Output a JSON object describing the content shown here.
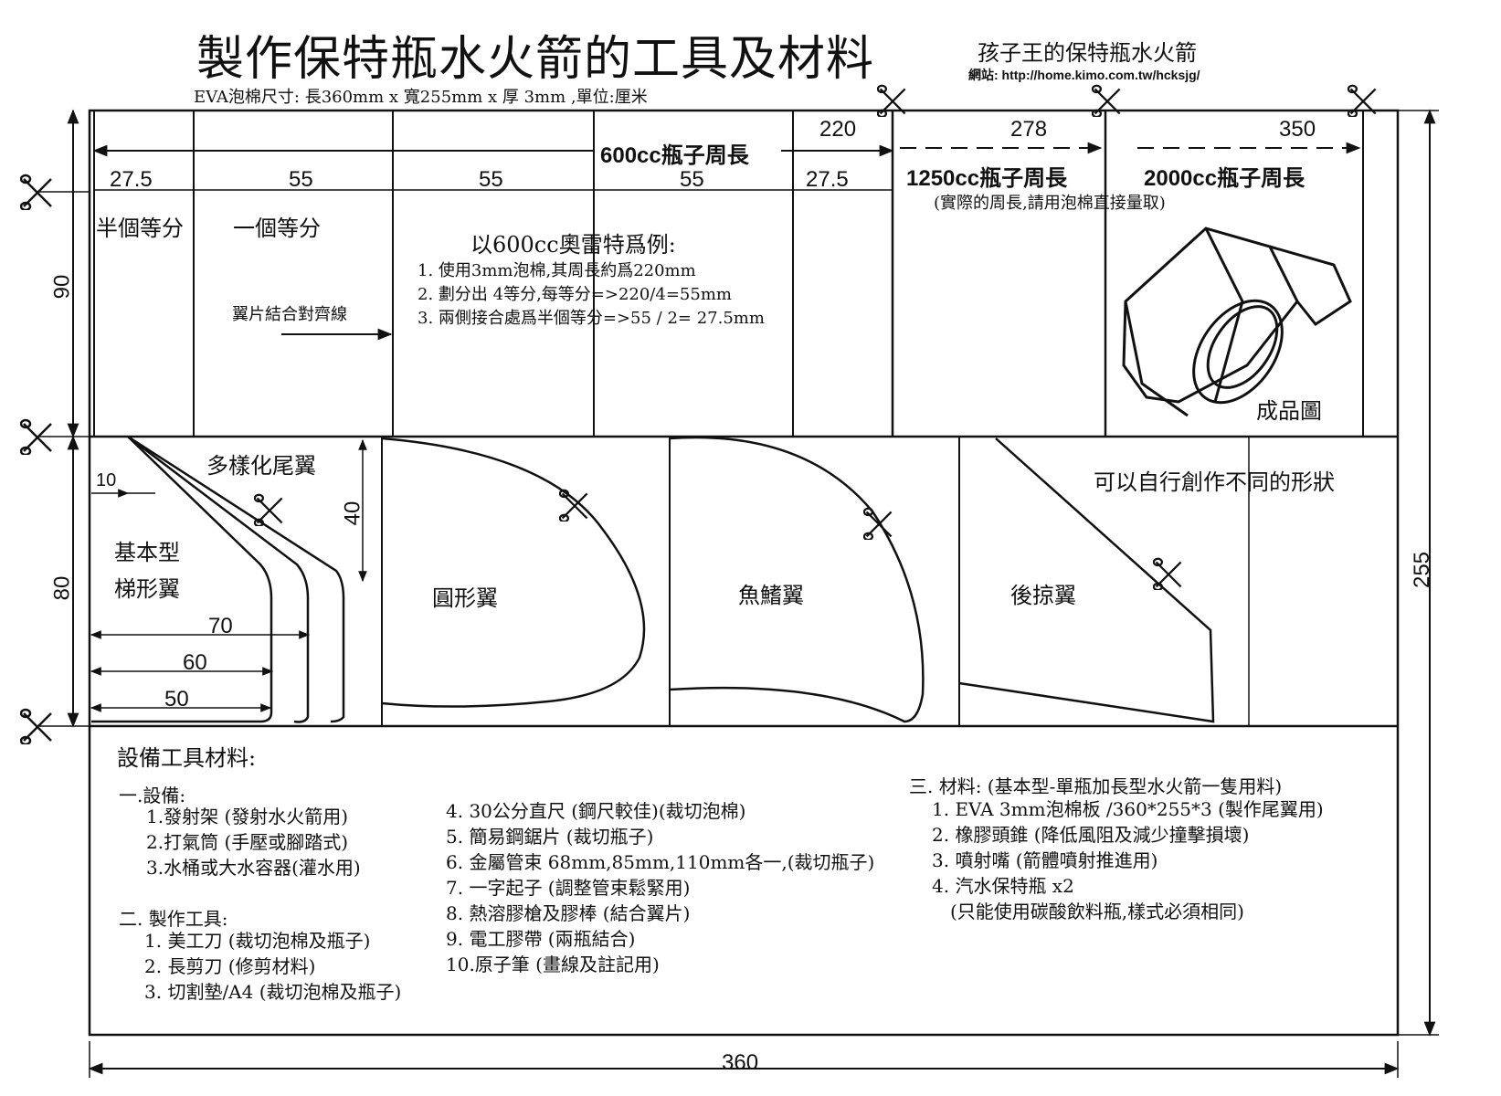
{
  "header": {
    "title": "製作保特瓶水火箭的工具及材料",
    "subtitle": "EVA泡棉尺寸: 長360mm x 寬255mm x 厚 3mm ,單位:厘米",
    "author": "孩子王的保特瓶水火箭",
    "website": "網站: http://home.kimo.com.tw/hcksjg/"
  },
  "top_panel": {
    "dims": {
      "d1": "27.5",
      "d2": "55",
      "d3": "55",
      "d4": "55",
      "d5": "27.5",
      "d220": "220",
      "d278": "278",
      "d350": "350"
    },
    "label_600": "600cc瓶子周長",
    "label_1250": "1250cc瓶子周長",
    "label_2000": "2000cc瓶子周長",
    "note_measure": "(實際的周長,請用泡棉直接量取)",
    "half_part": "半個等分",
    "one_part": "一個等分",
    "align_line": "翼片結合對齊線",
    "example_title": "以600cc奧雷特爲例:",
    "example_lines": [
      "1. 使用3mm泡棉,其周長約爲220mm",
      "2. 劃分出 4等分,每等分=>220/4=55mm",
      "3. 兩側接合處爲半個等分=>55 / 2= 27.5mm"
    ],
    "finished": "成品圖",
    "height": "90"
  },
  "fins_panel": {
    "height": "80",
    "diverse_fins": "多樣化尾翼",
    "basic_type": "基本型",
    "trapezoid_fin": "梯形翼",
    "dim10": "10",
    "dim40": "40",
    "dim70": "70",
    "dim60": "60",
    "dim50": "50",
    "round_fin": "圓形翼",
    "fish_fin": "魚鰭翼",
    "swept_fin": "後掠翼",
    "create_own": "可以自行創作不同的形狀"
  },
  "materials": {
    "heading": "設備工具材料:",
    "equipment_title": "一.設備:",
    "equipment": [
      "1.發射架 (發射水火箭用)",
      "2.打氣筒 (手壓或腳踏式)",
      "3.水桶或大水容器(灌水用)"
    ],
    "tools_title": "二. 製作工具:",
    "tools": [
      "1. 美工刀 (裁切泡棉及瓶子)",
      "2. 長剪刀 (修剪材料)",
      "3. 切割墊/A4 (裁切泡棉及瓶子)"
    ],
    "tools2": [
      "4. 30公分直尺 (鋼尺較佳)(裁切泡棉)",
      "5. 簡易鋼鋸片 (裁切瓶子)",
      "6. 金屬管束 68mm,85mm,110mm各一,(裁切瓶子)",
      "7. 一字起子 (調整管束鬆緊用)",
      "8. 熱溶膠槍及膠棒 (結合翼片)",
      "9. 電工膠帶 (兩瓶結合)",
      "10.原子筆 (畫線及註記用)"
    ],
    "materials_title": "三. 材料: (基本型-單瓶加長型水火箭一隻用料)",
    "materials": [
      "1. EVA 3mm泡棉板 /360*255*3 (製作尾翼用)",
      "2. 橡膠頭錐 (降低風阻及減少撞擊損壞)",
      "3. 噴射嘴 (箭體噴射推進用)",
      "4. 汽水保特瓶 x2",
      "(只能使用碳酸飲料瓶,樣式必須相同)"
    ]
  },
  "overall": {
    "width": "360",
    "height": "255"
  },
  "icons": [
    "scissors-icon",
    "arrow-icon"
  ],
  "colors": {
    "ink": "#111111",
    "paper": "#ffffff"
  }
}
